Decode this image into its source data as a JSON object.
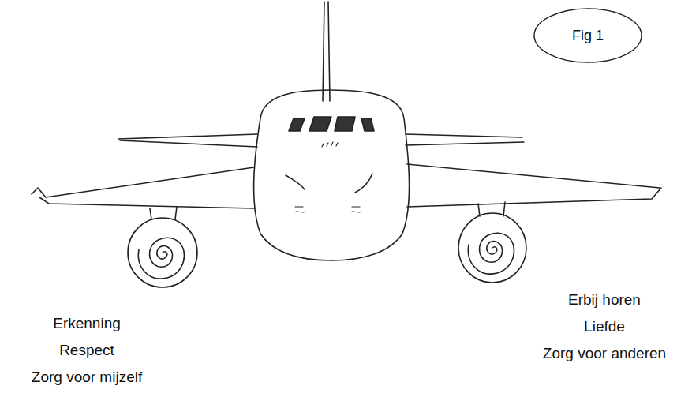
{
  "diagram": {
    "nodes": [
      {
        "text": [
          "Fig 1"
        ]
      }
    ],
    "labels": [
      "Erkenning",
      "Respect",
      "Zorg voor mijzelf",
      "Erbij horen",
      "Liefde",
      "Zorg voor anderen"
    ]
  }
}
